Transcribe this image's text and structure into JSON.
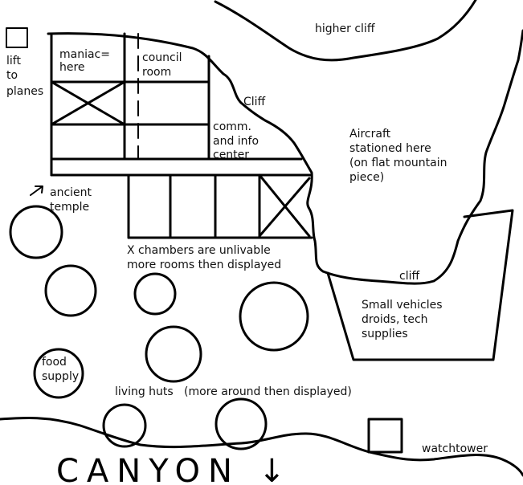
{
  "labels": {
    "lift": [
      "lift",
      "to",
      "planes"
    ],
    "maniac": [
      "maniac=",
      "here"
    ],
    "council": [
      "council",
      "room"
    ],
    "higher_cliff": "higher cliff",
    "cliff_top": "Cliff",
    "comm": [
      "comm.",
      "and info",
      "center"
    ],
    "aircraft": [
      "Aircraft",
      "stationed here",
      "(on flat mountain",
      "piece)"
    ],
    "temple": [
      "ancient",
      "temple"
    ],
    "chambers": [
      "X chambers are unlivable",
      "more rooms then displayed"
    ],
    "cliff_right": "cliff",
    "vehicles": [
      "Small vehicles",
      "droids, tech",
      "supplies"
    ],
    "food": [
      "food",
      "supply"
    ],
    "huts": "living huts   (more around then displayed)",
    "watchtower": "watchtower",
    "canyon": "CANYON ↓"
  },
  "colors": {
    "ink": "#000000",
    "background": "#ffffff"
  }
}
